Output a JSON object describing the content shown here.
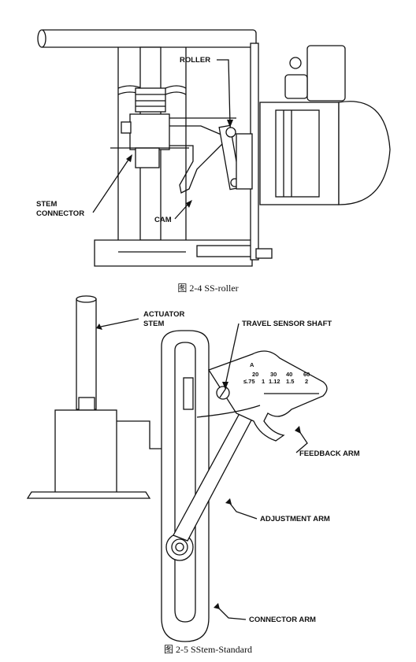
{
  "figure1": {
    "caption": "图 2-4 SS-roller",
    "labels": {
      "roller": "ROLLER",
      "stem_connector_1": "STEM",
      "stem_connector_2": "CONNECTOR",
      "cam": "CAM"
    }
  },
  "figure2": {
    "caption": "图 2-5 SStem-Standard",
    "labels": {
      "actuator_stem_1": "ACTUATOR",
      "actuator_stem_2": "STEM",
      "travel_sensor_shaft": "TRAVEL SENSOR SHAFT",
      "feedback_arm": "FEEDBACK ARM",
      "adjustment_arm": "ADJUSTMENT ARM",
      "connector_arm": "CONNECTOR ARM"
    },
    "scale": {
      "a": "A",
      "s20": "20",
      "s30": "30",
      "s40": "40",
      "s60": "60",
      "r75": "≤.75",
      "r1": "1",
      "r112": "1.12",
      "r15": "1.5",
      "r2": "2"
    }
  }
}
